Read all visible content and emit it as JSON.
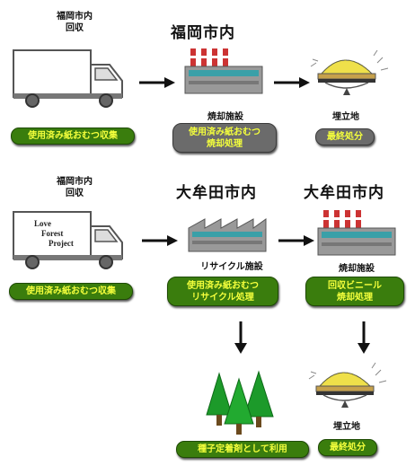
{
  "row1": {
    "truck_caption": [
      "福岡市内",
      "回収"
    ],
    "city_title": "福岡市内",
    "collect_label": "使用済み紙おむつ収集",
    "plant_caption": "焼却施設",
    "plant_pill": [
      "使用済み紙おむつ",
      "焼却処理"
    ],
    "landfill_caption": "埋立地",
    "landfill_pill": "最終処分"
  },
  "row2": {
    "truck_caption": [
      "福岡市内",
      "回収"
    ],
    "truck_text": [
      "Love",
      "Forest",
      "Project"
    ],
    "city_title_left": "大牟田市内",
    "city_title_right": "大牟田市内",
    "collect_label": "使用済み紙おむつ収集",
    "recycle_caption": "リサイクル施設",
    "recycle_pill": [
      "使用済み紙おむつ",
      "リサイクル処理"
    ],
    "incin_caption": "焼却施設",
    "incin_pill": [
      "回収ビニール",
      "焼却処理"
    ]
  },
  "row3": {
    "tree_pill": "種子定着剤として利用",
    "landfill_caption": "埋立地",
    "landfill_pill": "最終処分"
  },
  "colors": {
    "pill_green": "#3a7d0d",
    "pill_gray": "#6b6b6b",
    "pill_text": "#f4ff3c"
  }
}
